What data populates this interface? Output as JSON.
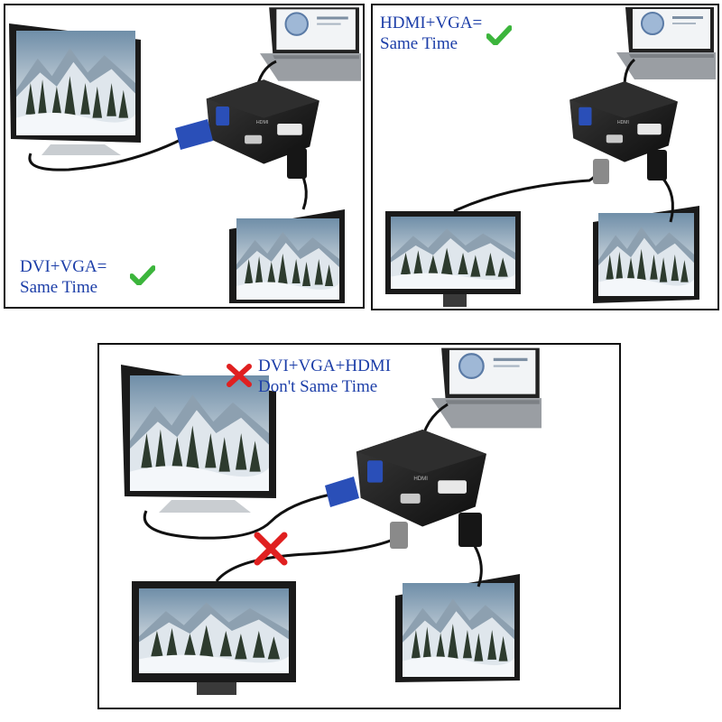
{
  "panels": [
    {
      "caption_lines": [
        "DVI+VGA=",
        "Same Time"
      ],
      "status": "check"
    },
    {
      "caption_lines": [
        "HDMI+VGA=",
        "Same Time"
      ],
      "status": "check"
    },
    {
      "caption_lines": [
        "DVI+VGA+HDMI",
        "Don't Same Time"
      ],
      "status": "cross"
    }
  ],
  "colors": {
    "caption": "#1c3ea8",
    "check": "#3cb53c",
    "cross": "#e02020",
    "adapter": "#1a1a1a",
    "vga_plug": "#2a4fb8",
    "hdmi_plug": "#8a8a8a"
  }
}
